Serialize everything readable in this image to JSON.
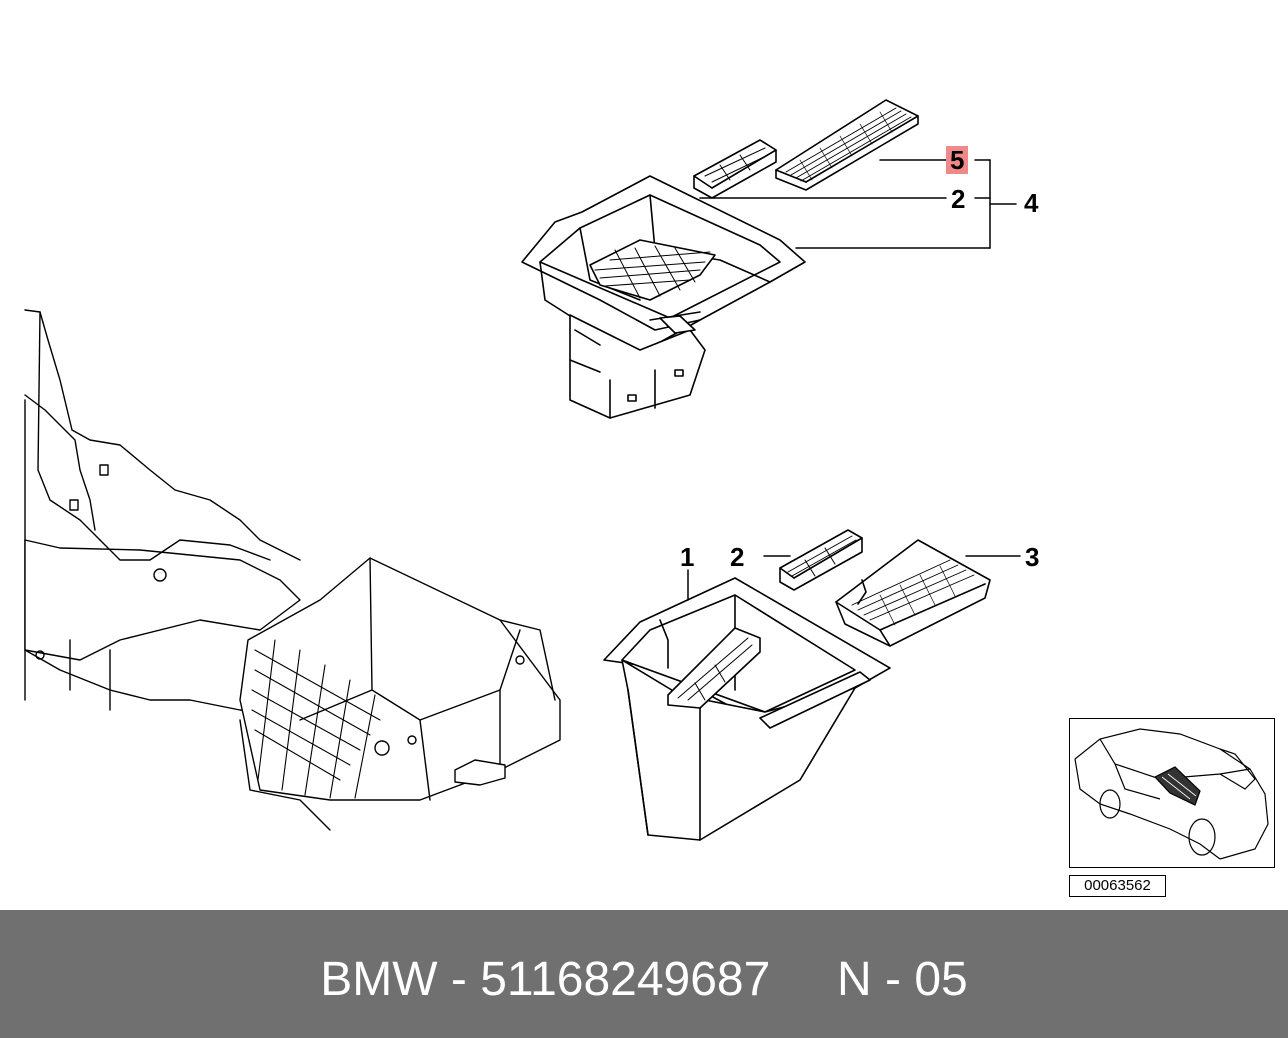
{
  "callouts": {
    "top": {
      "part5": "5",
      "part2": "2",
      "part4": "4"
    },
    "bottom": {
      "part1": "1",
      "part2": "2",
      "part3": "3"
    }
  },
  "inset": {
    "reference_code": "00063562"
  },
  "footer": {
    "brand": "BMW",
    "separator1": "-",
    "part_number": "51168249687",
    "group": "N",
    "separator2": "-",
    "group_number": "05"
  },
  "colors": {
    "footer_bg": "#707070",
    "highlight": "#f08a8a",
    "line": "#000000"
  }
}
